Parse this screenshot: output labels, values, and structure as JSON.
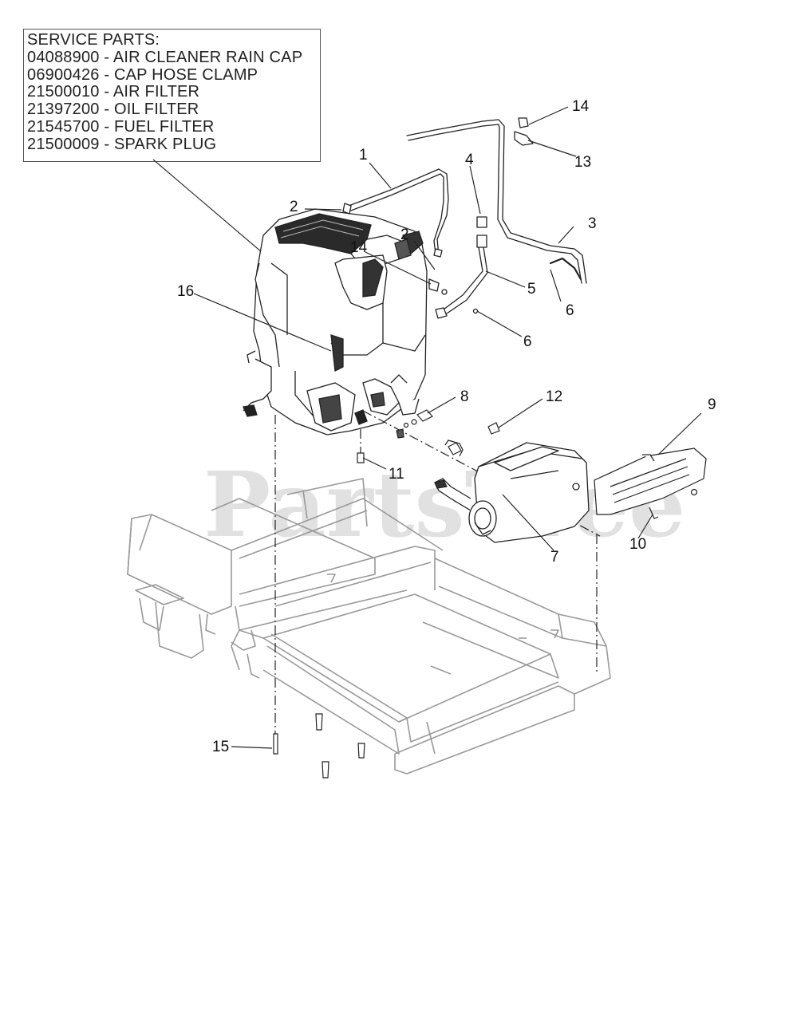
{
  "service_parts": {
    "heading": "SERVICE PARTS:",
    "items": [
      "04088900 - AIR CLEANER RAIN CAP",
      "06900426 - CAP HOSE CLAMP",
      "21500010 - AIR FILTER",
      "21397200 - OIL FILTER",
      "21545700 - FUEL FILTER",
      "21500009 - SPARK PLUG"
    ]
  },
  "callouts": [
    "1",
    "2",
    "2",
    "3",
    "4",
    "5",
    "6",
    "6",
    "7",
    "8",
    "9",
    "10",
    "11",
    "12",
    "13",
    "14",
    "14",
    "15",
    "16"
  ],
  "watermark": {
    "text": "PartsTree",
    "tm": "TM"
  }
}
